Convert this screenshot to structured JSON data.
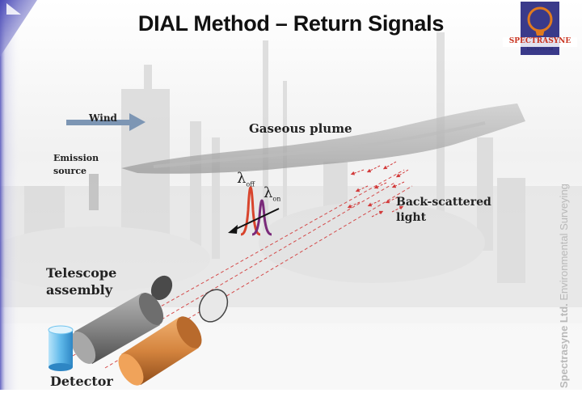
{
  "title": "DIAL Method – Return Signals",
  "labels": {
    "wind": "Wind",
    "emission_line1": "Emission",
    "emission_line2": "source",
    "plume": "Gaseous plume",
    "backscatter_line1": "Back-scattered",
    "backscatter_line2": "light",
    "telescope_line1": "Telescope",
    "telescope_line2": "assembly",
    "detector": "Detector",
    "lambda": "λ",
    "sub_off": "off",
    "sub_on": "on"
  },
  "logo": {
    "name": "SPECTRASYNE",
    "tagline": "Environmental"
  },
  "sidebar": {
    "company": "Spectrasyne Ltd.",
    "tagline": "Environmental Surveying"
  },
  "colors": {
    "accent": "#4a4ab8",
    "laser_beam": "#d23a3a",
    "off_peak": "#d8442c",
    "on_peak": "#7a2a7a",
    "tube_orange": "#d98a45",
    "tube_grey": "#8e8e8e",
    "detector_blue": "#6ec3ee"
  }
}
